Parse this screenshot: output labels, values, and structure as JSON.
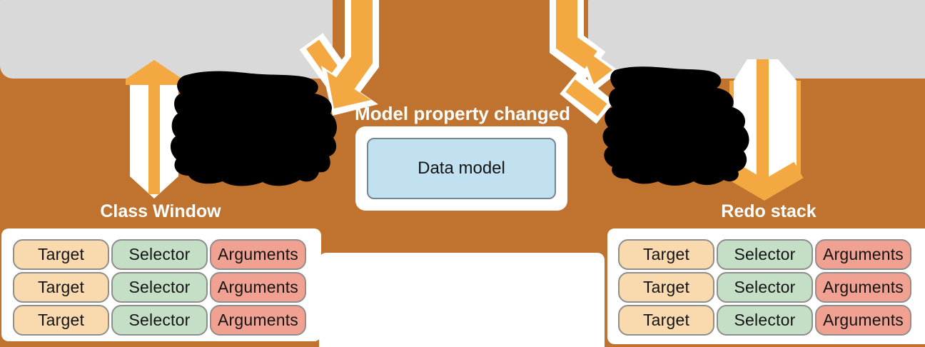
{
  "captions": {
    "model_property_changed": "Model property changed",
    "data_model": "Data model"
  },
  "operation_row_left": [
    "Target",
    "Selector",
    "Arguments"
  ],
  "operation_row_right": [
    "Target",
    "Selector",
    "Arguments"
  ],
  "stacks": {
    "class_window": {
      "title": "Class Window",
      "rows": [
        [
          "Target",
          "Selector",
          "Arguments"
        ],
        [
          "Target",
          "Selector",
          "Arguments"
        ],
        [
          "Target",
          "Selector",
          "Arguments"
        ]
      ]
    },
    "redo_stack": {
      "title": "Redo stack",
      "rows": [
        [
          "Target",
          "Selector",
          "Arguments"
        ],
        [
          "Target",
          "Selector",
          "Arguments"
        ],
        [
          "Target",
          "Selector",
          "Arguments"
        ]
      ]
    }
  },
  "colors": {
    "background_brown": "#BF732F",
    "arrow_orange": "#F4A841",
    "panel_gray": "#D9D9D9",
    "target_fill": "#F9D9AE",
    "selector_fill": "#C5DFC6",
    "arguments_fill": "#F0A191",
    "data_model_fill": "#C2E1F0",
    "pill_border": "#8E8E8E",
    "label_text": "#FFFFFF",
    "redaction": "#000000"
  }
}
